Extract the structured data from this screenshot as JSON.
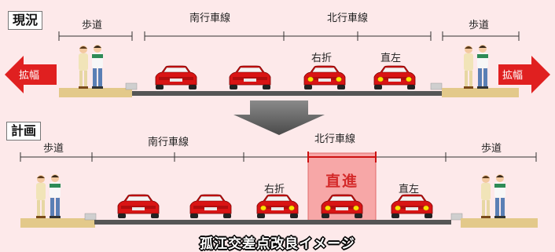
{
  "current": {
    "title": "現況",
    "lanes": {
      "sidewalk_left": "歩道",
      "southbound": "南行車線",
      "northbound": "北行車線",
      "sidewalk_right": "歩道",
      "right_turn": "右折",
      "straight_left": "直左"
    },
    "widening_left": "拡幅",
    "widening_right": "拡幅"
  },
  "plan": {
    "title": "計画",
    "lanes": {
      "sidewalk_left": "歩道",
      "southbound": "南行車線",
      "northbound": "北行車線",
      "sidewalk_right": "歩道",
      "right_turn": "右折",
      "straight": "直進",
      "straight_left": "直左"
    }
  },
  "caption": "孤江交差点改良イメージ",
  "colors": {
    "background": "#fde9ea",
    "car_body": "#d91414",
    "headlight": "#ffe000",
    "road": "#555555",
    "widening_arrow": "#e02020",
    "through_lane_highlight": "#f7a7a7",
    "down_arrow": "#6b6b6b"
  }
}
